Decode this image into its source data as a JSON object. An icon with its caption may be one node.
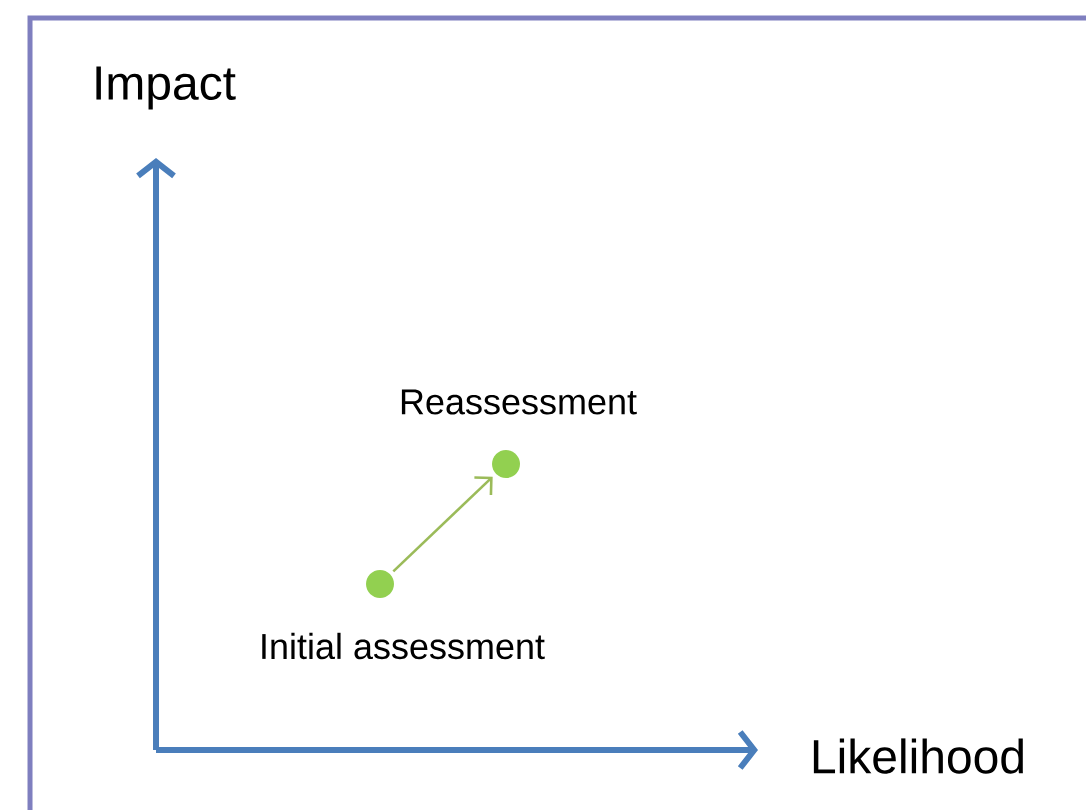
{
  "diagram": {
    "nodes": [
      {
        "text": [],
        "shape": "circle",
        "beside": [
          "Initial assessment"
        ]
      },
      {
        "text": [],
        "shape": "circle",
        "beside": [
          "Reassessment"
        ]
      }
    ],
    "edges": [
      {
        "from": 0,
        "to": 1,
        "arrow": "to",
        "color": "#9bbb59"
      }
    ],
    "labels": [
      "Impact",
      "Likelihood"
    ]
  }
}
